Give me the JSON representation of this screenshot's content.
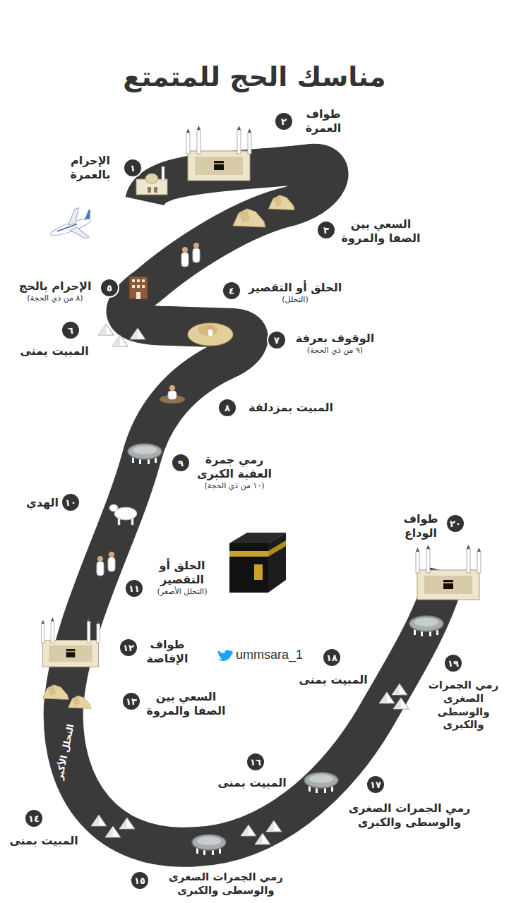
{
  "diagram": {
    "title": "مناسك الحج للمتمتع",
    "nodes": [
      {
        "text": [
          "١",
          "الإحرام بالعمرة"
        ]
      },
      {
        "text": [
          "٢",
          "طواف العمرة"
        ]
      },
      {
        "text": [
          "٣",
          "السعي بين الصفا والمروة"
        ]
      },
      {
        "text": [
          "٤",
          "الحلق أو التقصير",
          "(التحلل)"
        ]
      },
      {
        "text": [
          "٥",
          "الإحرام بالحج",
          "(٨ من ذي الحجة)"
        ]
      },
      {
        "text": [
          "٦",
          "المبيت بمنى"
        ]
      },
      {
        "text": [
          "٧",
          "الوقوف بعرفة",
          "(٩ من ذي الحجة)"
        ]
      },
      {
        "text": [
          "٨",
          "المبيت بمزدلفة"
        ]
      },
      {
        "text": [
          "٩",
          "رمي جمرة العقبة الكبرى",
          "(١٠ من ذي الحجة)"
        ]
      },
      {
        "text": [
          "١٠",
          "الهدي"
        ]
      },
      {
        "text": [
          "١١",
          "الحلق أو التقصير",
          "(التحلل الأصغر)"
        ]
      },
      {
        "text": [
          "١٢",
          "طواف الإفاضة"
        ]
      },
      {
        "text": [
          "١٣",
          "السعي بين الصفا والمروة"
        ]
      },
      {
        "text": [
          "١٤",
          "المبيت بمنى"
        ]
      },
      {
        "text": [
          "١٥",
          "رمي الجمرات الصغرى والوسطى والكبرى"
        ]
      },
      {
        "text": [
          "١٦",
          "المبيت بمنى"
        ]
      },
      {
        "text": [
          "١٧",
          "رمي الجمرات الصغرى والوسطى والكبرى"
        ]
      },
      {
        "text": [
          "١٨",
          "المبيت بمنى"
        ]
      },
      {
        "text": [
          "١٩",
          "رمي الجمرات الصغرى والوسطى والكبرى"
        ]
      },
      {
        "text": [
          "٢٠",
          "طواف الوداع"
        ]
      }
    ],
    "labels": [
      "التحلل الأكبر",
      "ummsara_1"
    ]
  }
}
